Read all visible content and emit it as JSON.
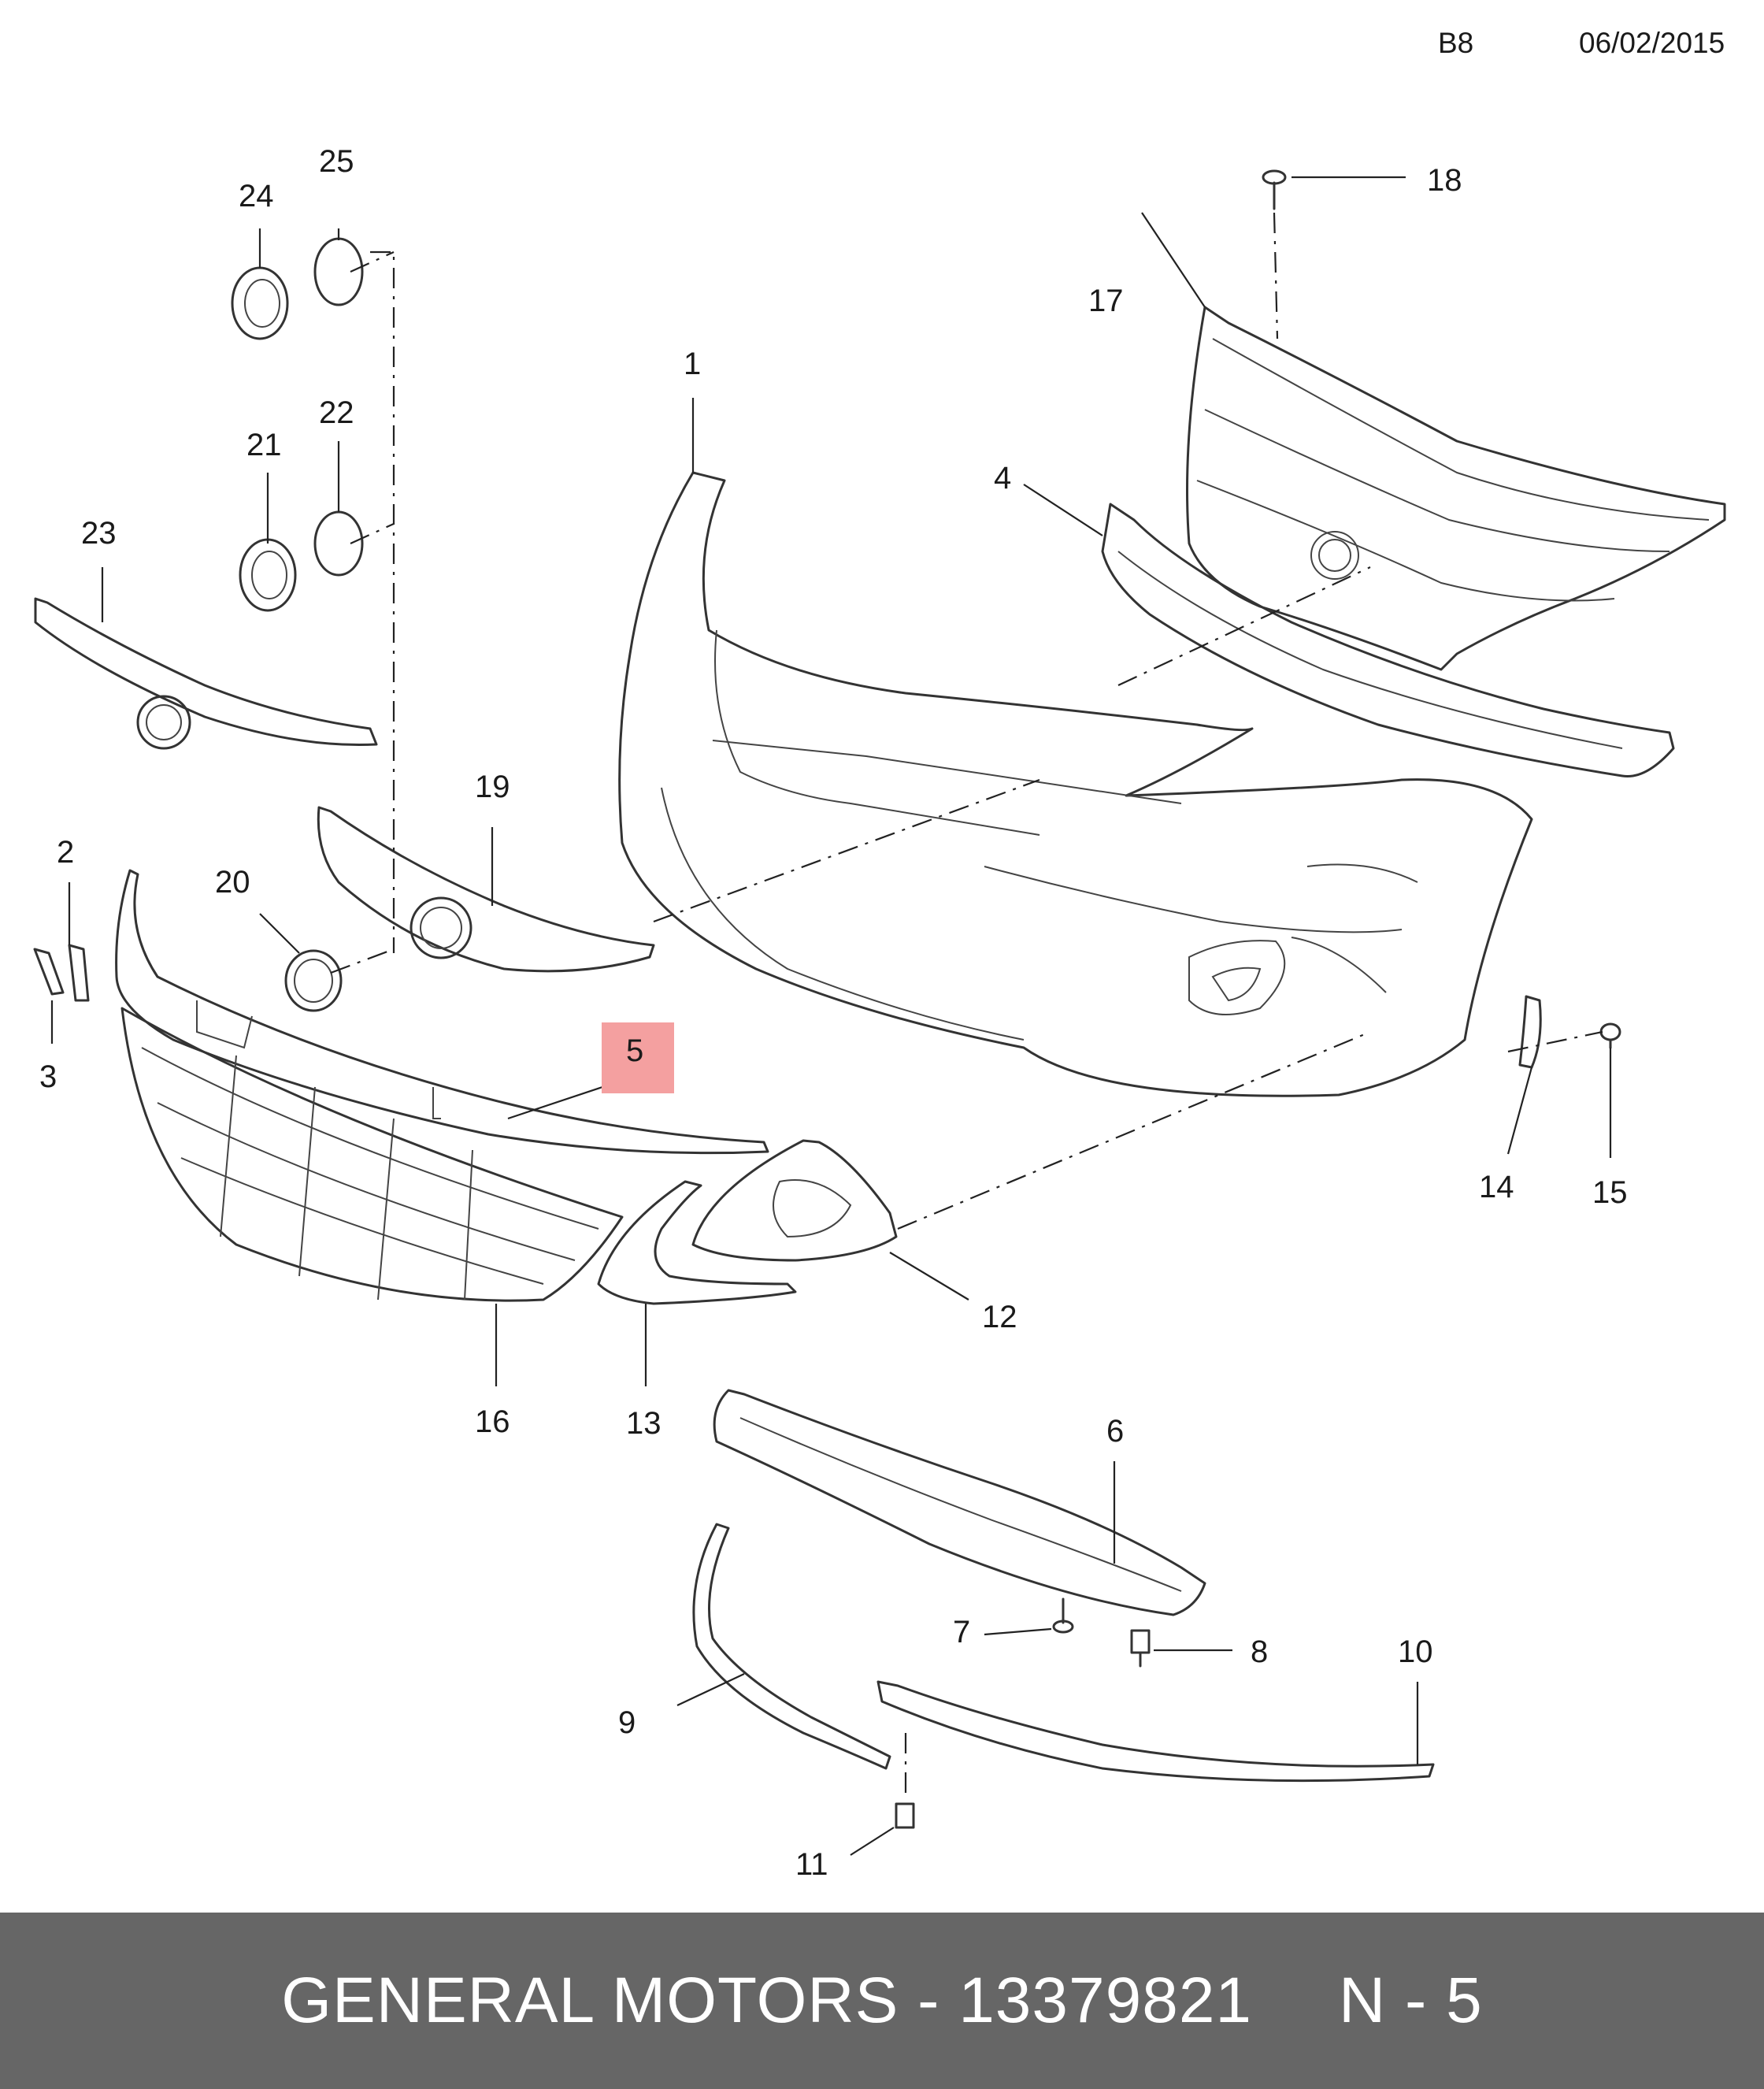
{
  "header": {
    "sheet_code": "B8",
    "date": "06/02/2015"
  },
  "highlight_color": "#f4a0a0",
  "callouts": {
    "c1": "1",
    "c2": "2",
    "c3": "3",
    "c4": "4",
    "c5": "5",
    "c6": "6",
    "c7": "7",
    "c8": "8",
    "c9": "9",
    "c10": "10",
    "c11": "11",
    "c12": "12",
    "c13": "13",
    "c14": "14",
    "c15": "15",
    "c16": "16",
    "c17": "17",
    "c18": "18",
    "c19": "19",
    "c20": "20",
    "c21": "21",
    "c22": "22",
    "c23": "23",
    "c24": "24",
    "c25": "25"
  },
  "footer": {
    "brand": "GENERAL MOTORS",
    "separator": "-",
    "part_number": "13379821",
    "ref": "N - 5"
  }
}
